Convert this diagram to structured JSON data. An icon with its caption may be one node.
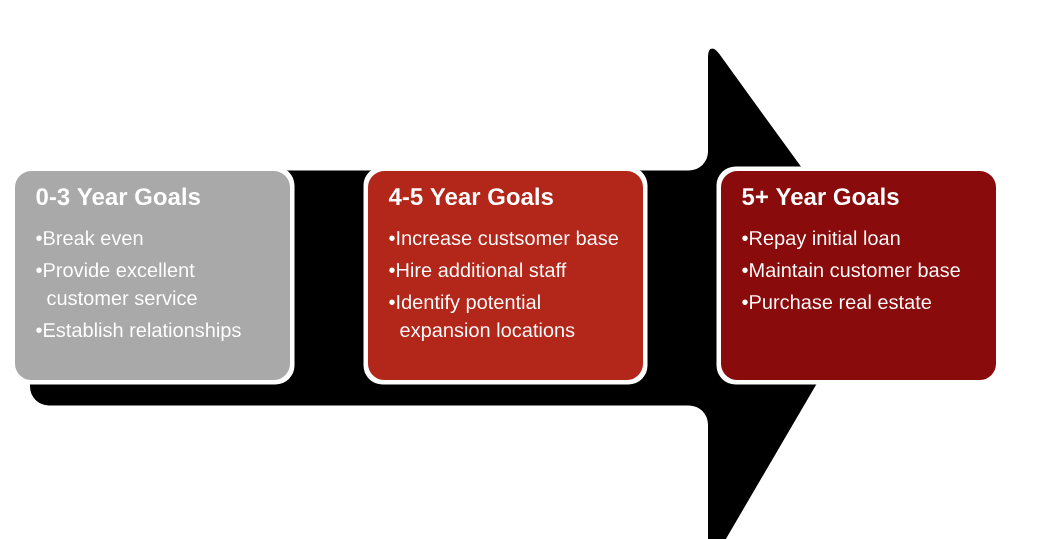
{
  "diagram": {
    "nodes": [
      {
        "text": [
          "0-3 Year Goals",
          "•Break even",
          "•Provide excellent customer service",
          "•Establish relationships"
        ]
      },
      {
        "text": [
          "4-5 Year Goals",
          "•Increase custsomer base",
          "•Hire additional staff",
          "•Identify potential expansion locations"
        ]
      },
      {
        "text": [
          "5+ Year Goals",
          "•Repay initial loan",
          "•Maintain customer base",
          "•Purchase real estate"
        ]
      }
    ],
    "edges": [
      {
        "from": 0,
        "to": 2,
        "arrow": "to"
      }
    ]
  }
}
